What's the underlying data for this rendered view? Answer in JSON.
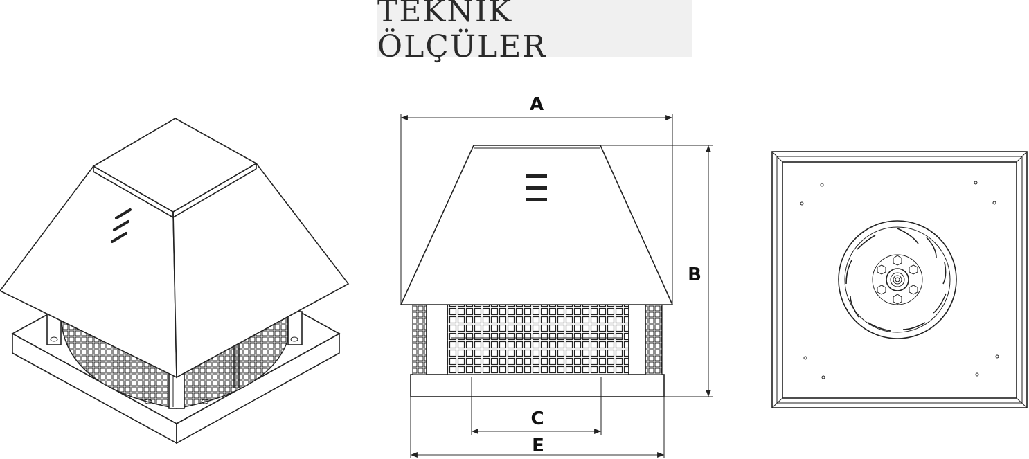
{
  "title": "TEKNİK ÖLÇÜLER",
  "dimensions": {
    "a": "A",
    "b": "B",
    "c": "C",
    "e": "E"
  }
}
